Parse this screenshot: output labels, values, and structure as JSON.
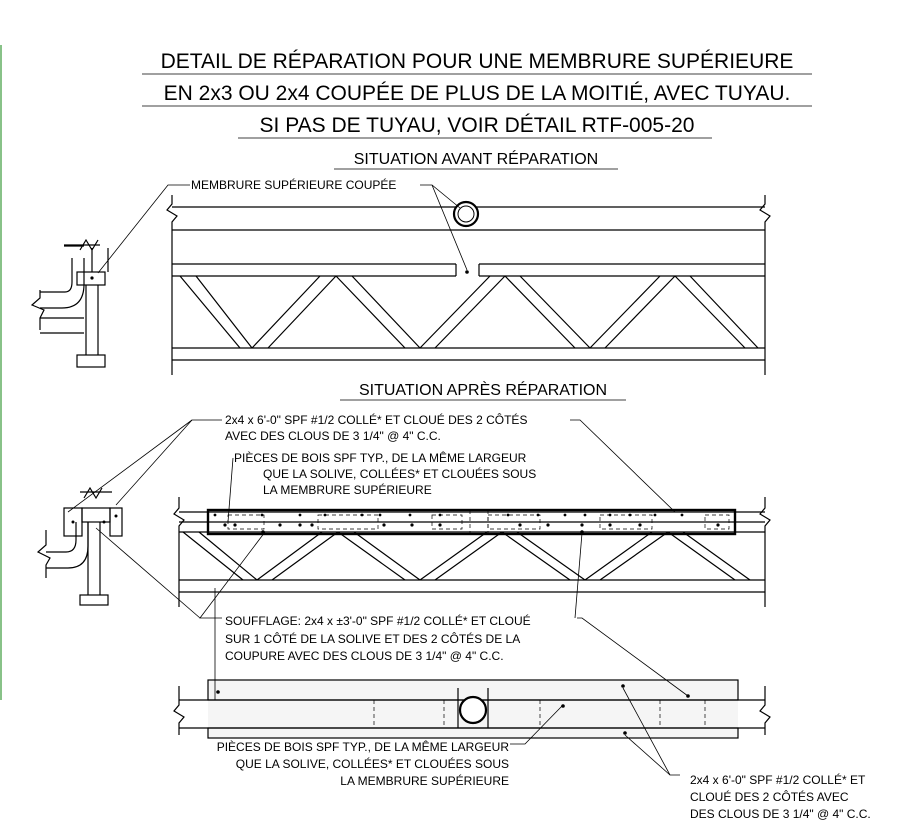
{
  "title": {
    "line1": "DETAIL DE RÉPARATION POUR UNE MEMBRURE SUPÉRIEURE",
    "line2": "EN 2x3 OU 2x4 COUPÉE DE PLUS DE LA MOITIÉ, AVEC TUYAU.",
    "line3": "SI PAS DE TUYAU, VOIR DÉTAIL RTF-005-20"
  },
  "before": {
    "heading": "SITUATION AVANT RÉPARATION",
    "label_cut_chord": "MEMBRURE SUPÉRIEURE COUPÉE"
  },
  "after": {
    "heading": "SITUATION APRÈS RÉPARATION",
    "note_2x4_line1": "2x4 x 6'-0\" SPF #1/2 COLLÉ*  ET CLOUÉ DES 2 CÔTÉS",
    "note_2x4_line2": "AVEC DES CLOUS DE 3 1/4\" @ 4\" C.C.",
    "note_blocks_line1": "PIÈCES DE BOIS SPF TYP., DE LA MÊME LARGEUR",
    "note_blocks_line2": "QUE LA SOLIVE, COLLÉES* ET CLOUÉES SOUS",
    "note_blocks_line3": "LA MEMBRURE SUPÉRIEURE",
    "note_souff_line1": "SOUFFLAGE: 2x4 x ±3'-0\" SPF #1/2 COLLÉ* ET CLOUÉ",
    "note_souff_line2": "SUR 1 CÔTÉ DE LA SOLIVE ET DES 2 CÔTÉS DE LA",
    "note_souff_line3": "COUPURE AVEC DES CLOUS DE 3 1/4\" @ 4\" C.C."
  },
  "plan": {
    "note_blocks_line1": "PIÈCES DE BOIS SPF TYP., DE LA MÊME LARGEUR",
    "note_blocks_line2": "QUE LA SOLIVE, COLLÉES* ET CLOUÉES SOUS",
    "note_blocks_line3": "LA MEMBRURE SUPÉRIEURE",
    "note_2x4_line1": "2x4 x 6'-0\" SPF #1/2 COLLÉ*  ET",
    "note_2x4_line2": "CLOUÉ DES 2 CÔTÉS  AVEC",
    "note_2x4_line3": "DES CLOUS DE 3 1/4\" @ 4\" C.C."
  }
}
